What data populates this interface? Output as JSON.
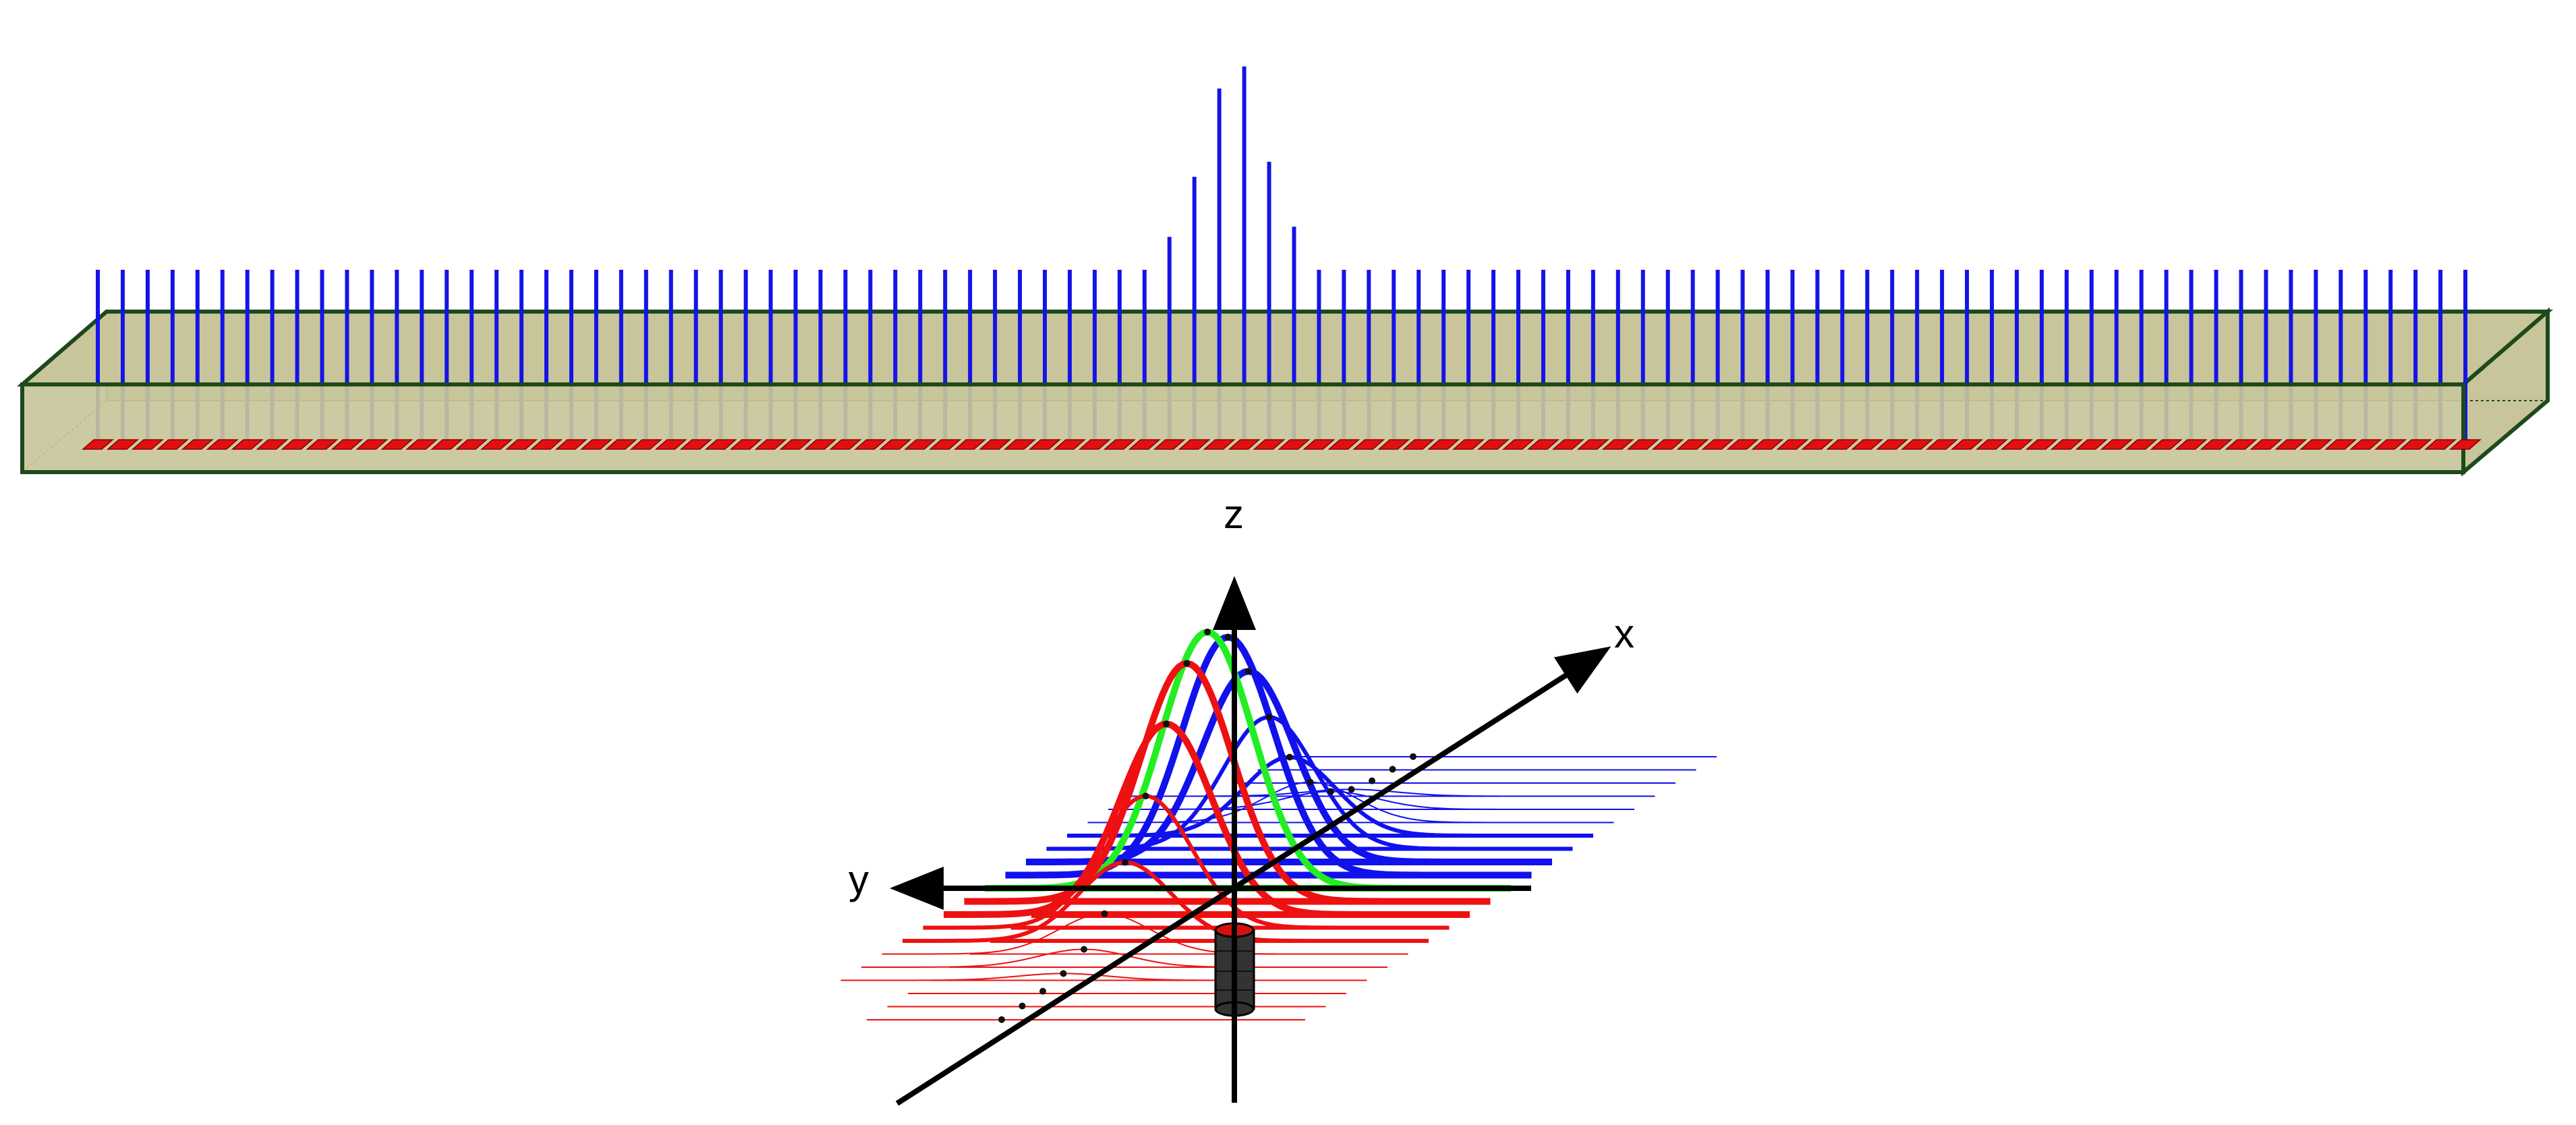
{
  "diagram": {
    "colors": {
      "background": "#ffffff",
      "box_face": "#c8c59a",
      "box_edge": "#1d4a1d",
      "pin": "#1414e6",
      "pad": "#e01010",
      "curve_front": "#ee1111",
      "curve_back": "#1111ee",
      "curve_center": "#22ee22",
      "envelope_dots": "#111111",
      "axis": "#000000",
      "cylinder": "#333333",
      "cylinder_top": "#d61010"
    },
    "array": {
      "pin_count": 96,
      "baseline_level": 0.19,
      "peak_level": 1.0,
      "peak_pin_index": 46,
      "pad_shape": "parallelogram"
    },
    "plot3d": {
      "axes": {
        "x": "x",
        "y": "y",
        "z": "z"
      },
      "gaussian_count_front": 10,
      "gaussian_count_back": 10,
      "envelope": "dotted"
    }
  }
}
